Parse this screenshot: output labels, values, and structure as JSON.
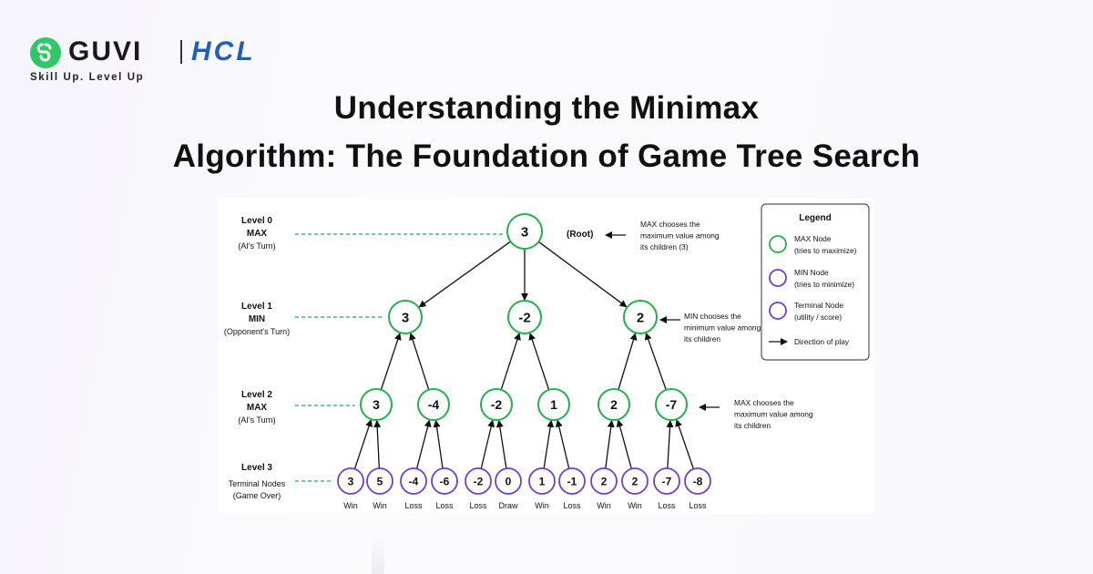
{
  "brand": {
    "name": "GUVI",
    "partner": "HCL",
    "tagline": "Skill Up. Level Up"
  },
  "title": {
    "line1": "Understanding the Minimax",
    "line2": "Algorithm: The Foundation of Game Tree Search"
  },
  "colors": {
    "max_node": "#22b14c",
    "min_node": "#6a3fd8",
    "terminal_node": "#6a3fd8",
    "level_dash": "#22b14c",
    "brand_green": "#2ec866",
    "hcl_blue": "#1f5fbf"
  },
  "diagram": {
    "levels": [
      {
        "title": "Level 0",
        "role": "MAX",
        "desc": "(AI's Turn)"
      },
      {
        "title": "Level 1",
        "role": "MIN",
        "desc": "(Opponent's Turn)"
      },
      {
        "title": "Level 2",
        "role": "MAX",
        "desc": "(AI's Turn)"
      },
      {
        "title": "Level 3",
        "role": "",
        "desc": "Terminal Nodes",
        "desc2": "(Game Over)"
      }
    ],
    "root": {
      "value": "3",
      "label": "(Root)"
    },
    "level1_values": [
      "3",
      "-2",
      "2"
    ],
    "level2_values": [
      "3",
      "-4",
      "-2",
      "1",
      "2",
      "-7"
    ],
    "terminals": [
      {
        "value": "3",
        "outcome": "Win"
      },
      {
        "value": "5",
        "outcome": "Win"
      },
      {
        "value": "-4",
        "outcome": "Loss"
      },
      {
        "value": "-6",
        "outcome": "Loss"
      },
      {
        "value": "-2",
        "outcome": "Loss"
      },
      {
        "value": "0",
        "outcome": "Draw"
      },
      {
        "value": "1",
        "outcome": "Win"
      },
      {
        "value": "-1",
        "outcome": "Loss"
      },
      {
        "value": "2",
        "outcome": "Win"
      },
      {
        "value": "2",
        "outcome": "Win"
      },
      {
        "value": "-7",
        "outcome": "Loss"
      },
      {
        "value": "-8",
        "outcome": "Loss"
      }
    ],
    "annotations": {
      "root": [
        "MAX chooses the",
        "maximum value among",
        "its children (3)"
      ],
      "level1": [
        "MIN chooses the",
        "minimum value among",
        "its children"
      ],
      "level2": [
        "MAX chooses the",
        "maximum value among",
        "its children"
      ]
    },
    "legend": {
      "title": "Legend",
      "items": [
        {
          "label": "MAX Node",
          "sub": "(tries to maximize)",
          "icon": "green-circle-icon"
        },
        {
          "label": "MIN Node",
          "sub": "(tries to minimize)",
          "icon": "purple-circle-icon"
        },
        {
          "label": "Terminal Node",
          "sub": "(utility / score)",
          "icon": "purple-circle-icon"
        },
        {
          "label": "Direction of play",
          "sub": "",
          "icon": "arrow-right-icon"
        }
      ]
    }
  }
}
